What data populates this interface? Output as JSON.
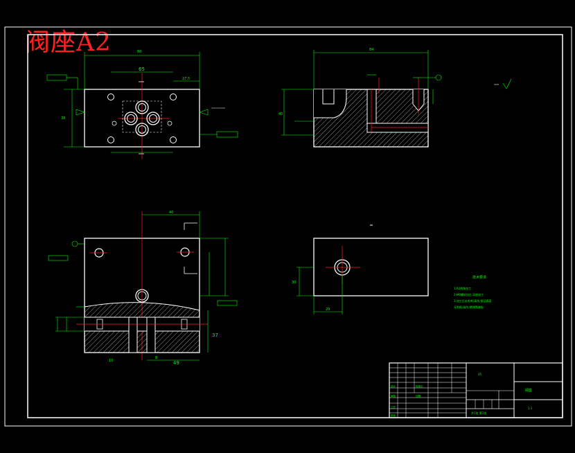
{
  "title": "阀座A2",
  "colors": {
    "background": "#000000",
    "outline": "#ffffff",
    "dimension": "#00ff00",
    "center": "#ff2020",
    "text_red": "#ff2020",
    "hatch": "#cccccc"
  },
  "dims": {
    "top_width": "80",
    "inner_65": "65",
    "small_27": "27.5",
    "height_38": "38",
    "right_width": "84",
    "left_40": "40",
    "bottom_40": "40",
    "bottom_49": "49",
    "bottom_37": "37",
    "bottom_8": "8",
    "bottom_10": "10",
    "small_20": "20",
    "small_30": "30"
  },
  "tech_requirements": {
    "heading": "技术要求",
    "lines": [
      "1.R2倒角加工",
      "2.M8螺纹加工,深度加工",
      "3.加工后去毛刺,清洗,保证表面",
      "    无划痕,碰伤,锈蚀等缺陷."
    ]
  },
  "title_block": {
    "drawing_name": "阀座",
    "school": "",
    "scale": "1:1",
    "material": "45",
    "sheet": "共1张  第1张",
    "labels": [
      "设计",
      "审核",
      "工艺",
      "批准",
      "标准化",
      "日期"
    ]
  }
}
